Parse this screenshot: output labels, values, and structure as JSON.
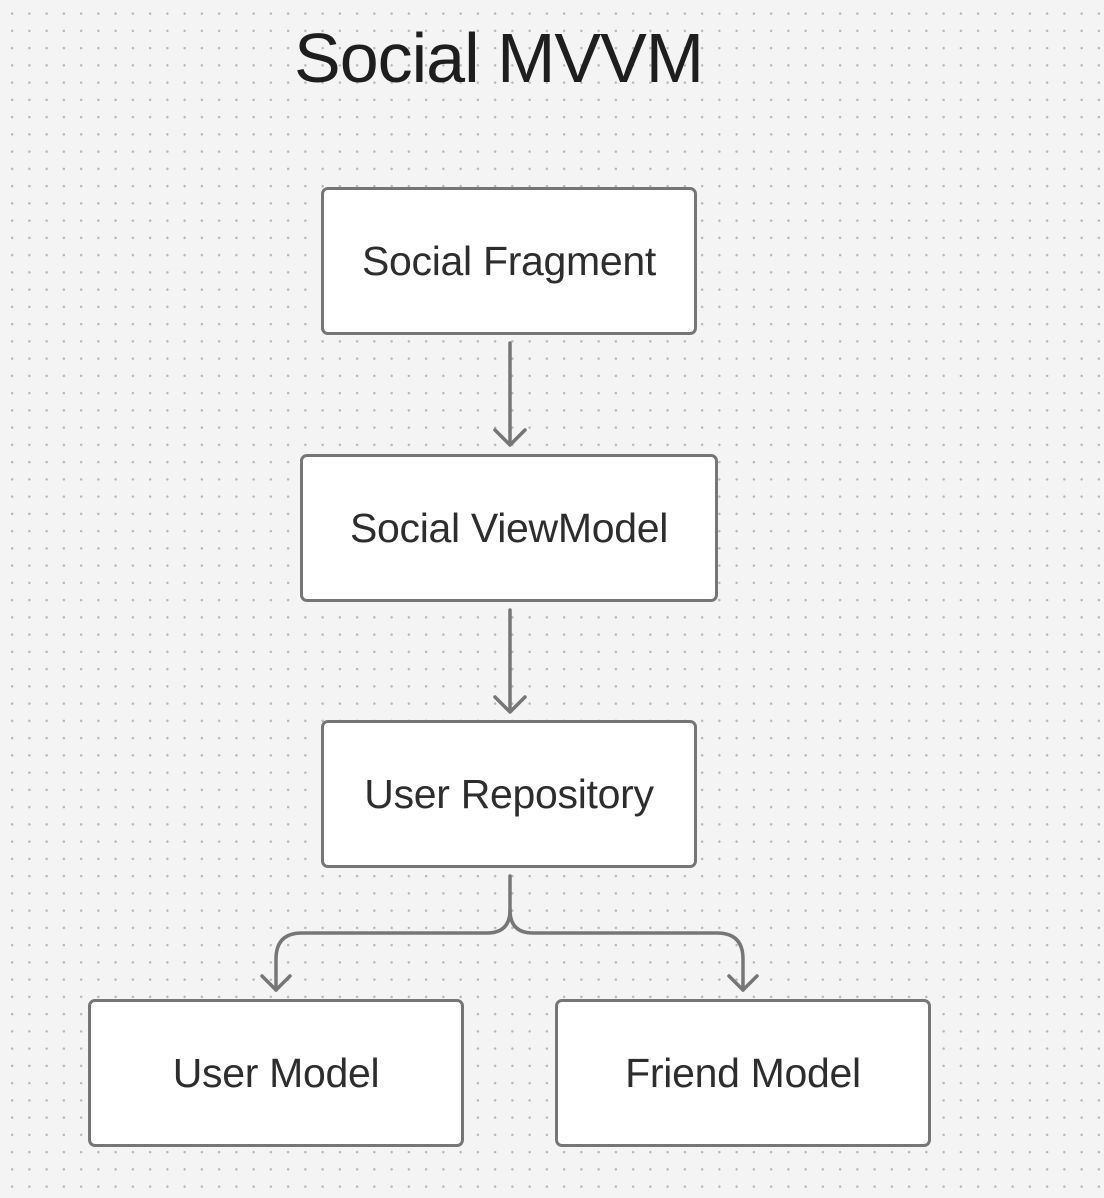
{
  "diagram": {
    "title": "Social MVVM",
    "nodes": [
      {
        "id": "social-fragment",
        "label": "Social Fragment"
      },
      {
        "id": "social-viewmodel",
        "label": "Social ViewModel"
      },
      {
        "id": "user-repository",
        "label": "User Repository"
      },
      {
        "id": "user-model",
        "label": "User Model"
      },
      {
        "id": "friend-model",
        "label": "Friend Model"
      }
    ],
    "edges": [
      {
        "from": "social-fragment",
        "to": "social-viewmodel"
      },
      {
        "from": "social-viewmodel",
        "to": "user-repository"
      },
      {
        "from": "user-repository",
        "to": "user-model"
      },
      {
        "from": "user-repository",
        "to": "friend-model"
      }
    ],
    "colors": {
      "background": "#f4f4f4",
      "grid_dot": "#b8b8b8",
      "node_fill": "#ffffff",
      "stroke": "#767676",
      "text": "#2d2d2d",
      "title": "#1e1e1e"
    }
  }
}
